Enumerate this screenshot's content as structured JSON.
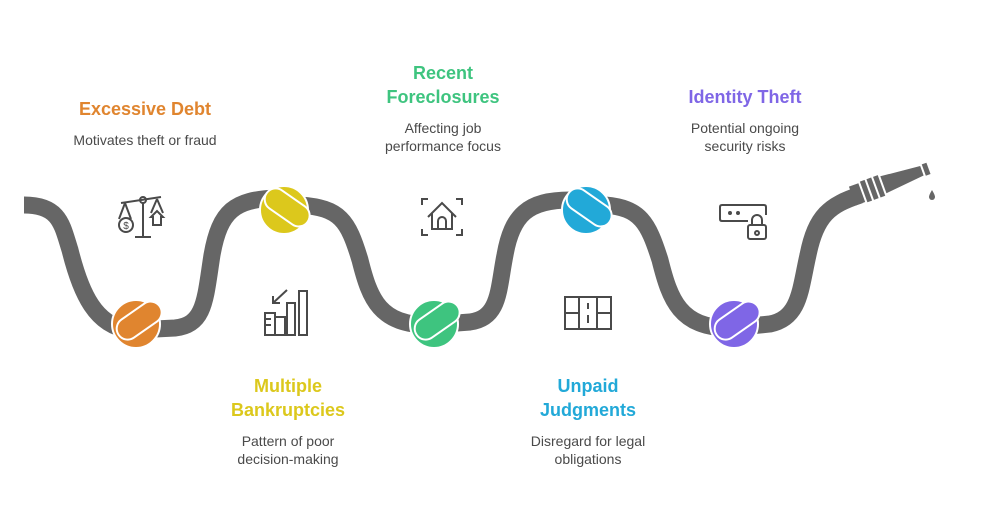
{
  "diagram": {
    "rope_color": "#666666",
    "steps": [
      {
        "title": "Excessive Debt",
        "description": "Motivates theft or fraud",
        "color": "#E0852F",
        "icon": "scale-balance-icon",
        "position": "top"
      },
      {
        "title": "Multiple Bankruptcies",
        "description": "Pattern of poor decision-making",
        "color": "#DCC81C",
        "icon": "declining-bar-chart-icon",
        "position": "bottom"
      },
      {
        "title": "Recent Foreclosures",
        "description": "Affecting job performance focus",
        "color": "#3EC47F",
        "icon": "house-frame-icon",
        "position": "top"
      },
      {
        "title": "Unpaid Judgments",
        "description": "Disregard for legal obligations",
        "color": "#22A9D8",
        "icon": "grid-panel-icon",
        "position": "bottom"
      },
      {
        "title": "Identity Theft",
        "description": "Potential ongoing security risks",
        "color": "#7F66E6",
        "icon": "password-lock-icon",
        "position": "top"
      }
    ],
    "end_icon": "hose-nozzle-icon"
  }
}
